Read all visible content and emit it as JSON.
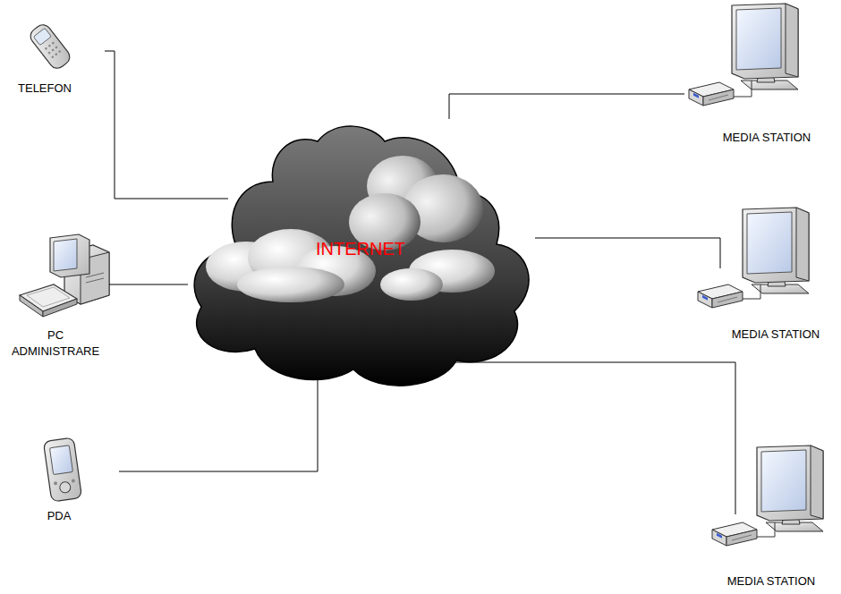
{
  "diagram": {
    "nodes": [
      {
        "text": [
          "TELEFON"
        ]
      },
      {
        "text": [
          "MEDIA STATION"
        ]
      },
      {
        "text": [
          "INTERNET"
        ]
      },
      {
        "text": [
          "MEDIA STATION"
        ]
      },
      {
        "text": [
          "PC ADMINISTRARE"
        ]
      },
      {
        "text": [
          "PDA"
        ]
      },
      {
        "text": [
          "MEDIA STATION"
        ]
      }
    ],
    "edges": [
      {
        "from": 0,
        "to": 2,
        "arrow": "none"
      },
      {
        "from": 1,
        "to": 2,
        "arrow": "none"
      },
      {
        "from": 3,
        "to": 2,
        "arrow": "none"
      },
      {
        "from": 4,
        "to": 2,
        "arrow": "none"
      },
      {
        "from": 5,
        "to": 2,
        "arrow": "none"
      },
      {
        "from": 6,
        "to": 2,
        "arrow": "none"
      }
    ]
  }
}
